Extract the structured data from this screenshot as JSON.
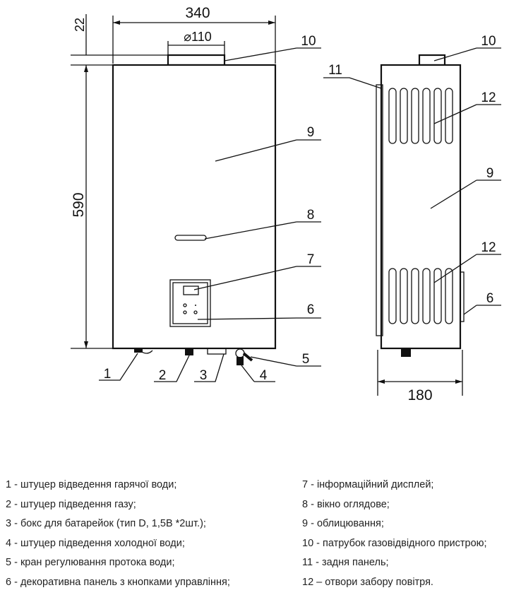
{
  "dimensions": {
    "width": "340",
    "flue_offset": "22",
    "flue_diameter": "⌀110",
    "height": "590",
    "depth": "180"
  },
  "callouts": [
    "1",
    "2",
    "3",
    "4",
    "5",
    "6",
    "7",
    "8",
    "9",
    "10",
    "11",
    "12"
  ],
  "legend": {
    "left": [
      "1 - штуцер відведення гарячої води;",
      "2 - штуцер підведення газу;",
      "3 - бокс для батарейок (тип D, 1,5В *2шт.);",
      "4 - штуцер підведення холодної води;",
      "5 - кран регулювання протока води;",
      "6 - декоративна панель з кнопками управління;"
    ],
    "right": [
      "7 - інформаційний дисплей;",
      "8 - вікно оглядове;",
      "9 - облицювання;",
      "10 - патрубок газовідвідного пристрою;",
      "11 - задня панель;",
      "12 – отвори забору повітря."
    ]
  }
}
